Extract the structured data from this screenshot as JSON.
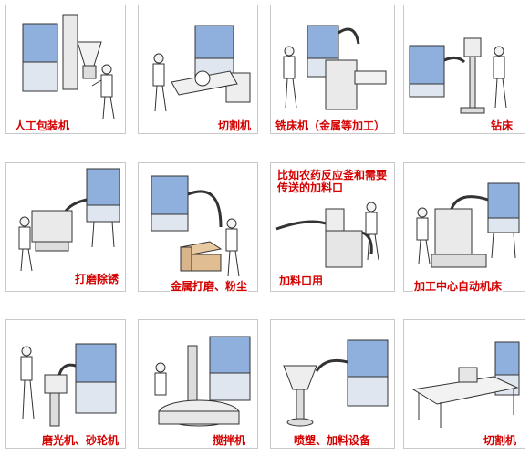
{
  "colors": {
    "label": "#d40000",
    "dust_collector": "#8fb0dd",
    "dust_collector_dark": "#5f86bf",
    "outline": "#333333",
    "border": "#c9c9c9"
  },
  "panels": [
    {
      "label": "人工包装机"
    },
    {
      "label": "切割机"
    },
    {
      "label": "铣床机（金属等加工）"
    },
    {
      "label": "钻床"
    },
    {
      "label": "打磨除锈"
    },
    {
      "label": "金属打磨、粉尘"
    },
    {
      "label": "比如农药反应釜和需要传送的加料口"
    },
    {
      "label": "加料口用"
    },
    {
      "label": "加工中心自动机床"
    },
    {
      "label": "磨光机、砂轮机"
    },
    {
      "label": "搅拌机"
    },
    {
      "label": "喷塑、加料设备"
    },
    {
      "label": "切割机"
    }
  ]
}
